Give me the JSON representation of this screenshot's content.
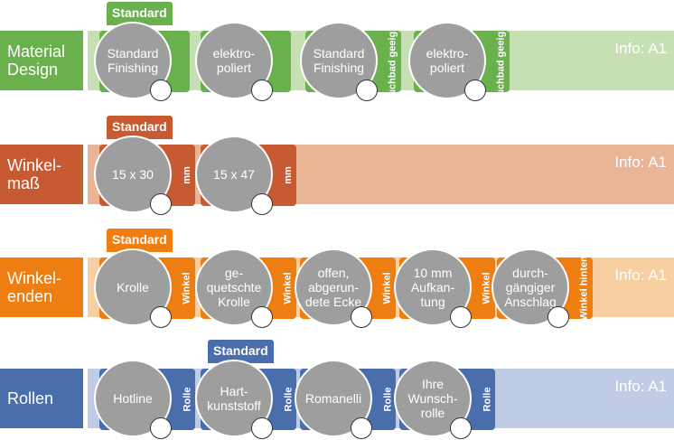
{
  "groups": [
    {
      "label": [
        "Material",
        "Design"
      ],
      "info": "Info: A1",
      "options": [
        {
          "text": "Standard Finishing",
          "side": "",
          "standard": "Standard"
        },
        {
          "text": "elektro-poliert",
          "side": "",
          "standard": ""
        },
        {
          "text": "Standard Finishing",
          "side": "Tauchbad geeignet",
          "standard": ""
        },
        {
          "text": "elektro-poliert",
          "side": "Tauchbad geeignet",
          "standard": ""
        }
      ]
    },
    {
      "label": [
        "Winkel-",
        "maß"
      ],
      "info": "Info: A1",
      "options": [
        {
          "text": "15 x 30",
          "side": "mm",
          "standard": "Standard"
        },
        {
          "text": "15 x 47",
          "side": "mm",
          "standard": ""
        }
      ]
    },
    {
      "label": [
        "Winkel-",
        "enden"
      ],
      "info": "Info: A1",
      "options": [
        {
          "text": "Krolle",
          "side": "Winkel",
          "standard": "Standard"
        },
        {
          "text": "ge-quetschte Krolle",
          "side": "Winkel",
          "standard": ""
        },
        {
          "text": "offen, abgerun-dete Ecke",
          "side": "Winkel",
          "standard": ""
        },
        {
          "text": "10 mm Aufkan-tung",
          "side": "Winkel",
          "standard": ""
        },
        {
          "text": "durch-gängiger Anschlag",
          "side": "Winkel hinten",
          "standard": ""
        }
      ]
    },
    {
      "label": [
        "Rollen",
        ""
      ],
      "info": "Info: A1",
      "options": [
        {
          "text": "Hotline",
          "side": "Rolle",
          "standard": ""
        },
        {
          "text": "Hart-kunststoff",
          "side": "Rolle",
          "standard": "Standard"
        },
        {
          "text": "Romanelli",
          "side": "Rolle",
          "standard": ""
        },
        {
          "text": "Ihre Wunsch-rolle",
          "side": "Rolle",
          "standard": ""
        }
      ]
    }
  ]
}
